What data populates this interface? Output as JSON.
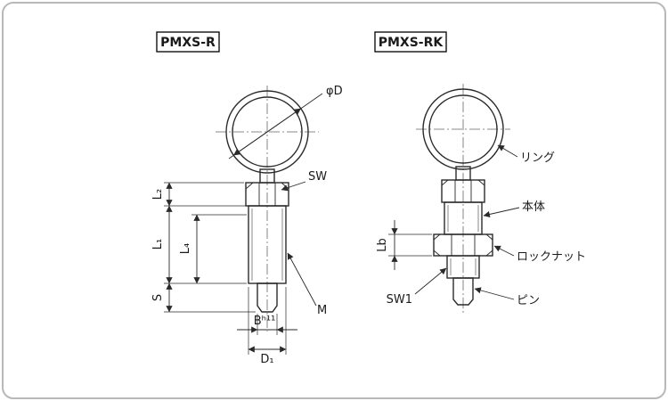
{
  "titles": {
    "left": "PMXS-R",
    "right": "PMXS-RK"
  },
  "dims": {
    "phiD": "φD",
    "sw": "SW",
    "l2": "L₂",
    "l1": "L₁",
    "l4": "L₄",
    "s": "S",
    "b": "Bʰ¹¹",
    "d1": "D₁",
    "m": "M",
    "sw1": "SW1",
    "lb": "Lb"
  },
  "parts": {
    "ring": "リング",
    "body": "本体",
    "locknut": "ロックナット",
    "pin": "ピン"
  },
  "colors": {
    "line": "#2a2a2a",
    "centerline": "#666666",
    "frame": "#b8b8b8"
  }
}
